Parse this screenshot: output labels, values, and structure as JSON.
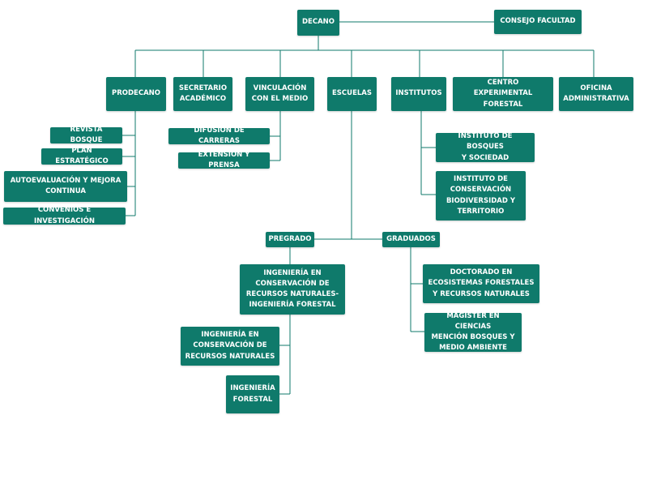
{
  "colors": {
    "node": "#0f7a6b",
    "line": "#0f7a6b",
    "text": "#ffffff"
  },
  "nodes": {
    "decano": "DECANO",
    "consejo": "CONSEJO FACULTAD",
    "prodecano": "PRODECANO",
    "secretario": "SECRETARIO\nACADÉMICO",
    "vinculacion": "VINCULACIÓN\nCON EL MEDIO",
    "escuelas": "ESCUELAS",
    "institutos": "INSTITUTOS",
    "centro": "CENTRO EXPERIMENTAL\nFORESTAL",
    "oficina": "OFICINA\nADMINISTRATIVA",
    "revista": "REVISTA BOSQUE",
    "plan": "PLAN ESTRATÉGICO",
    "autoevaluacion": "AUTOEVALUACIÓN Y MEJORA\nCONTINUA",
    "convenios": "CONVENIOS E INVESTIGACIÓN",
    "difusion": "DIFUSIÓN DE CARRERAS",
    "extension": "EXTENSIÓN Y PRENSA",
    "inst_bosques": "INSTITUTO DE BOSQUES\nY SOCIEDAD",
    "inst_conservacion": "INSTITUTO DE\nCONSERVACIÓN\nBIODIVERSIDAD Y\nTERRITORIO",
    "pregrado": "PREGRADO",
    "graduados": "GRADUADOS",
    "ing_combinada": "INGENIERÍA EN\nCONSERVACIÓN DE\nRECURSOS NATURALES-\nINGENIERÍA FORESTAL",
    "ing_conservacion": "INGENIERÍA EN\nCONSERVACIÓN DE\nRECURSOS NATURALES",
    "ing_forestal": "INGENIERÍA\nFORESTAL",
    "doctorado": "DOCTORADO EN\nECOSISTEMAS FORESTALES\nY RECURSOS NATURALES",
    "magister": "MAGÍSTER EN CIENCIAS\nMENCIÓN BOSQUES Y\nMEDIO AMBIENTE"
  }
}
